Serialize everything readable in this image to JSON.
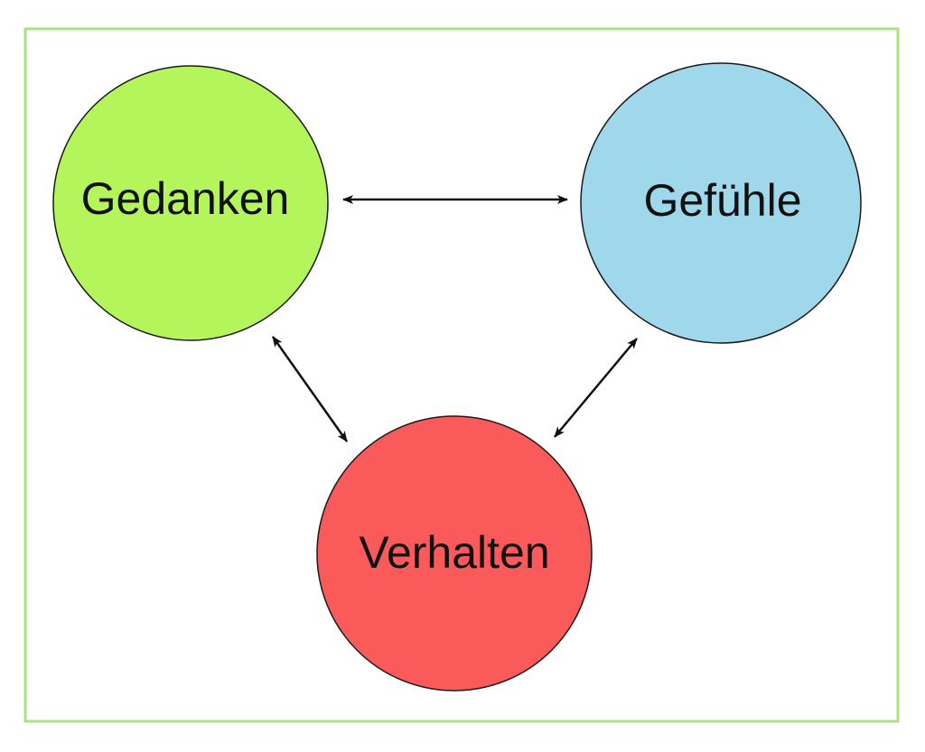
{
  "diagram": {
    "frame_color": "#a9e37f",
    "edge_color": "#111111",
    "nodes": [
      {
        "id": "gedanken",
        "label": "Gedanken",
        "color": "#b3f55a"
      },
      {
        "id": "gefuehle",
        "label": "Gefühle",
        "color": "#9ed8ea"
      },
      {
        "id": "verhalten",
        "label": "Verhalten",
        "color": "#fb5a5a"
      }
    ],
    "edges": [
      {
        "from": "gedanken",
        "to": "gefuehle",
        "direction": "both"
      },
      {
        "from": "gedanken",
        "to": "verhalten",
        "direction": "both"
      },
      {
        "from": "gefuehle",
        "to": "verhalten",
        "direction": "both"
      }
    ]
  }
}
